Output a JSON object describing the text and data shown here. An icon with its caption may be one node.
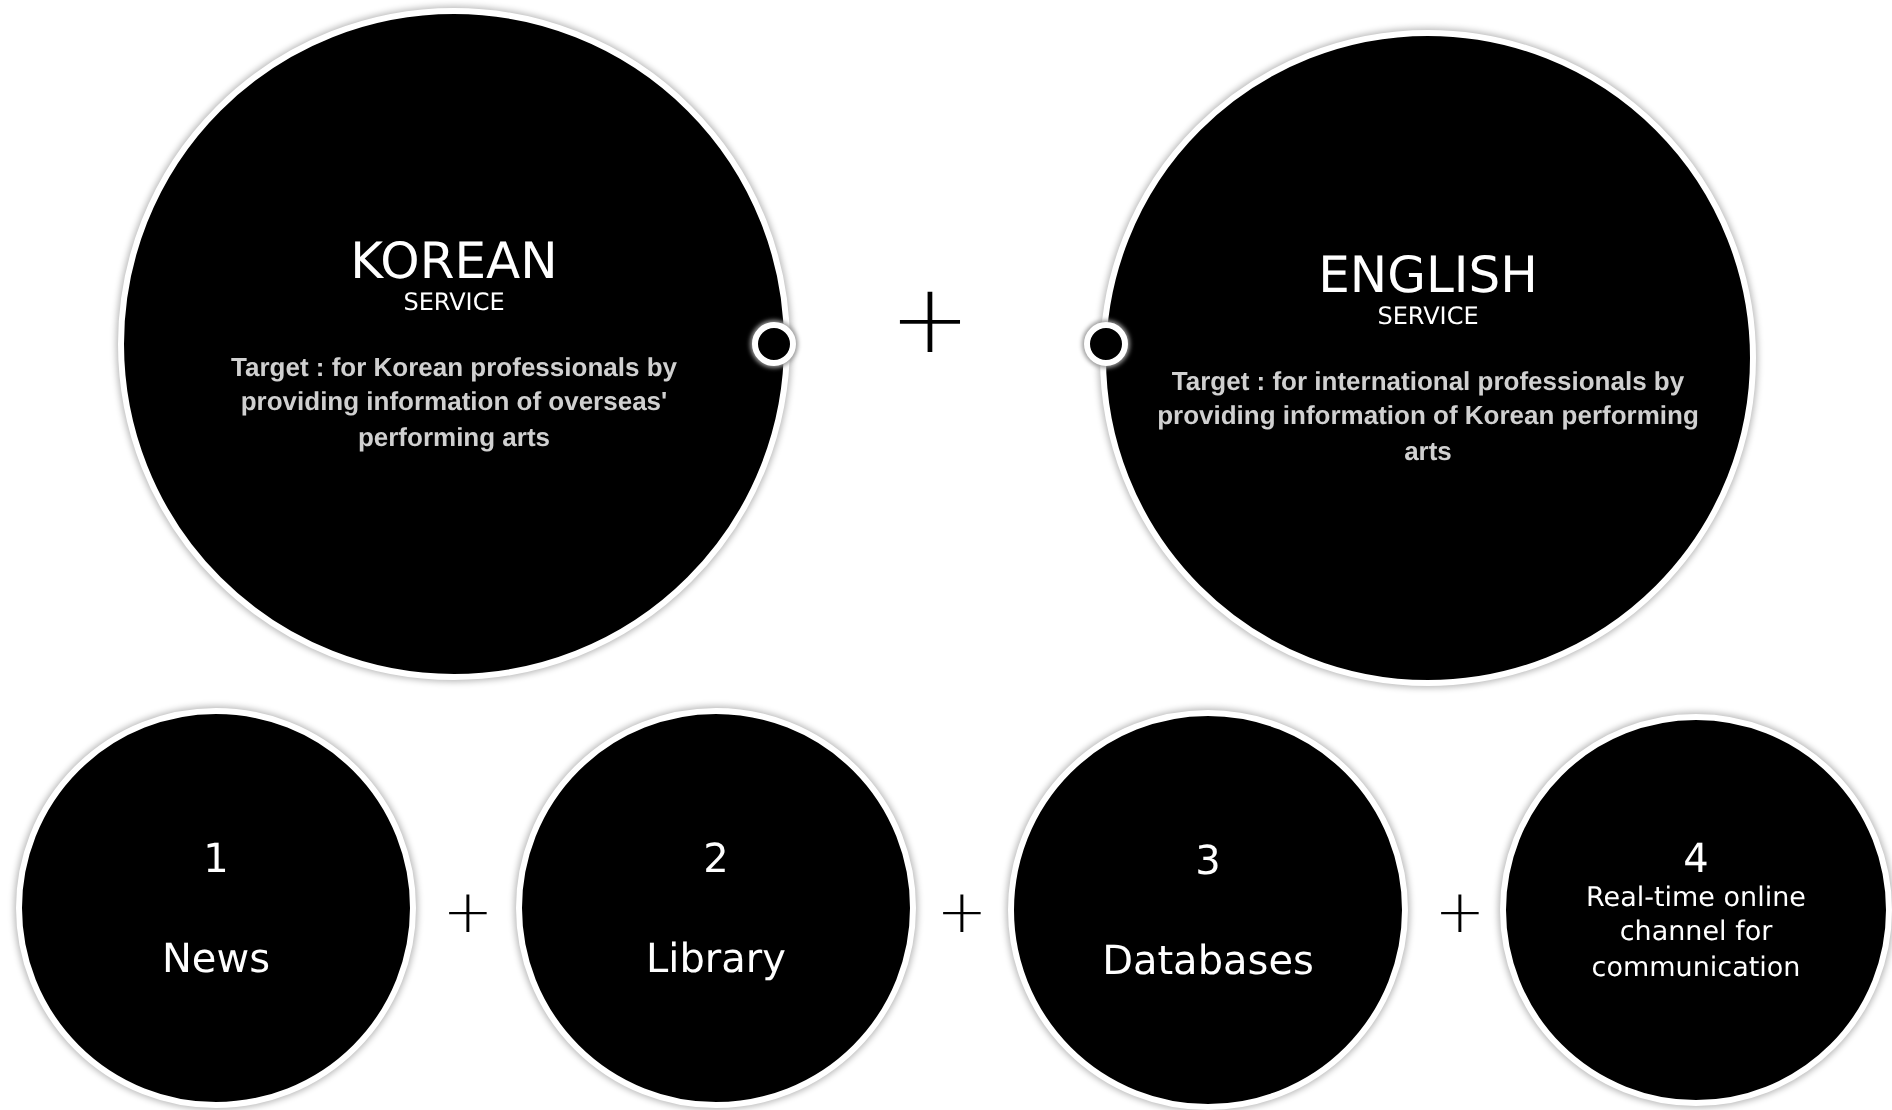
{
  "diagram": {
    "nodes": [
      {
        "text": [
          "KOREAN",
          "SERVICE",
          "Target :  for Korean professionals by providing information of overseas' performing arts"
        ]
      },
      {
        "text": [
          "ENGLISH",
          "SERVICE",
          "Target :  for international professionals by providing information of Korean performing arts"
        ]
      },
      {
        "text": [
          "1",
          "News"
        ]
      },
      {
        "text": [
          "2",
          "Library"
        ]
      },
      {
        "text": [
          "3",
          "Databases"
        ]
      },
      {
        "text": [
          "4",
          "Real-time online channel for communication"
        ]
      }
    ],
    "labels": [
      "+",
      "+",
      "+",
      "+"
    ]
  }
}
